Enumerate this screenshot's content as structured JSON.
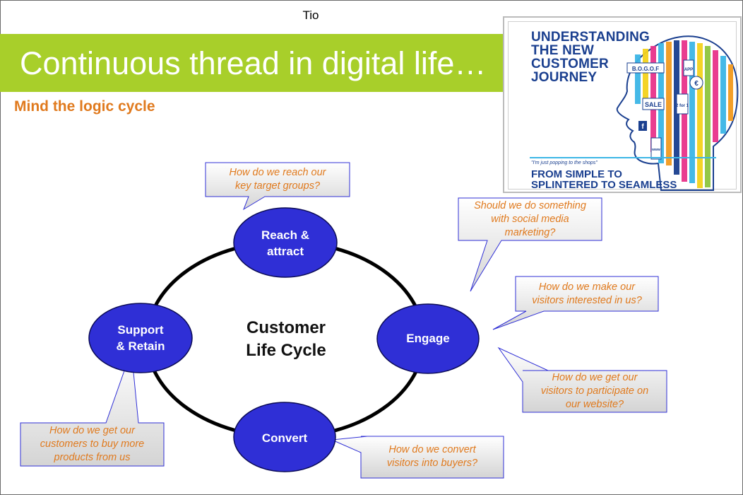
{
  "header": {
    "top_label": "Tio",
    "title": "Continuous thread in digital life…",
    "subtitle": "Mind the logic cycle"
  },
  "poster": {
    "heading": [
      "UNDERSTANDING",
      "THE NEW",
      "CUSTOMER",
      "JOURNEY"
    ],
    "quote": "\"I'm just popping to the shops\"",
    "tagline": [
      "FROM SIMPLE TO",
      "SPLINTERED TO SEAMLESS"
    ],
    "tiles": [
      "B.O.G.O.F",
      "APP",
      "€",
      "SALE",
      "2 for 1",
      "f",
      "www"
    ]
  },
  "cycle": {
    "center": [
      "Customer",
      "Life Cycle"
    ],
    "nodes": [
      {
        "id": "reach",
        "lines": [
          "Reach &",
          "attract"
        ]
      },
      {
        "id": "engage",
        "lines": [
          "Engage"
        ]
      },
      {
        "id": "convert",
        "lines": [
          "Convert"
        ]
      },
      {
        "id": "support",
        "lines": [
          "Support",
          "& Retain"
        ]
      }
    ]
  },
  "callouts": [
    {
      "id": "reach-q",
      "lines": [
        "How do we reach our",
        "key target groups?"
      ]
    },
    {
      "id": "social-q",
      "lines": [
        "Should we do something",
        "with social media",
        "marketing?"
      ]
    },
    {
      "id": "interest-q",
      "lines": [
        "How do we make our",
        "visitors interested in us?"
      ]
    },
    {
      "id": "participate-q",
      "lines": [
        "How do we get our",
        "visitors to participate on",
        "our website?"
      ]
    },
    {
      "id": "buyers-q",
      "lines": [
        "How do we convert",
        "visitors into buyers?"
      ]
    },
    {
      "id": "buy-more-q",
      "lines": [
        "How do we get our",
        "customers to buy more",
        "products from us"
      ]
    }
  ],
  "colors": {
    "title_bar": "#a8cf2a",
    "accent_text": "#e07a1e",
    "node_fill": "#2f2fd6",
    "poster_blue": "#1a3f8f"
  }
}
